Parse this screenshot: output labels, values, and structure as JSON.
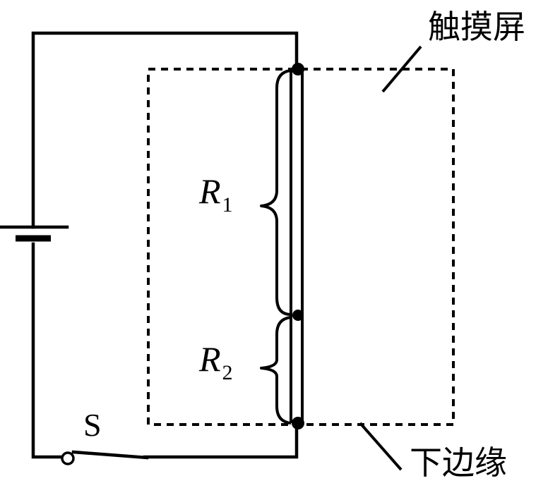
{
  "labels": {
    "touchscreen": "触摸屏",
    "bottom_edge": "下边缘",
    "resistor1": {
      "symbol": "R",
      "subscript": "1"
    },
    "resistor2": {
      "symbol": "R",
      "subscript": "2"
    },
    "switch": "S"
  },
  "components": {
    "battery": "battery-icon",
    "switch": "switch-icon",
    "resistor_strip": "resistor-strip",
    "touch_area": "dashed-region"
  }
}
